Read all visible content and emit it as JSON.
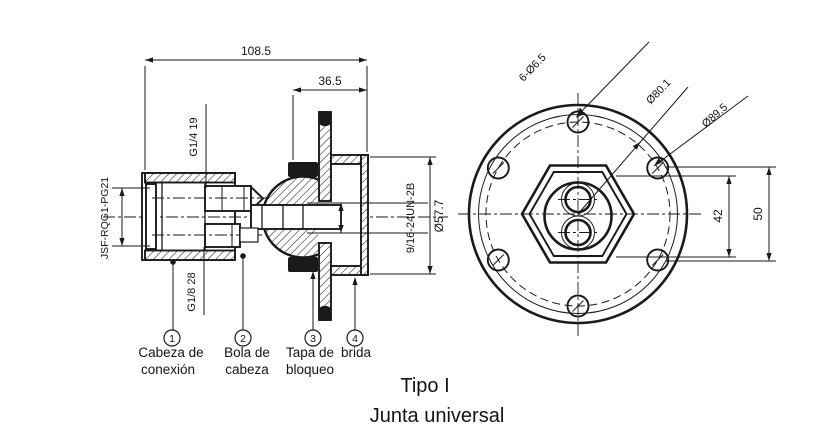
{
  "colors": {
    "line": "#1a1a1a",
    "background": "#ffffff"
  },
  "title": {
    "type_label": "Tipo I",
    "name": "Junta universal"
  },
  "side_view": {
    "dim_overall_length": "108.5",
    "dim_flange_depth": "36.5",
    "dim_tube_diameter": "Ø57.7",
    "thread_spec": "9/16-24UN-2B",
    "port_top_spec": "G1/4 19",
    "port_bottom_spec": "G1/8 28",
    "body_thread_spec": "JSF-RQG1-PG21",
    "callouts": [
      {
        "num": "1",
        "line1": "Cabeza de",
        "line2": "conexión"
      },
      {
        "num": "2",
        "line1": "Bola de",
        "line2": "cabeza"
      },
      {
        "num": "3",
        "line1": "Tapa de",
        "line2": "bloqueo"
      },
      {
        "num": "4",
        "line1": "brida",
        "line2": ""
      }
    ]
  },
  "front_view": {
    "dim_bolt_holes": "6-Ø6.5",
    "dim_bolt_circle": "Ø80.1",
    "dim_outer_circle": "Ø89.5",
    "dim_inner_span": "42",
    "dim_outer_span": "50"
  }
}
